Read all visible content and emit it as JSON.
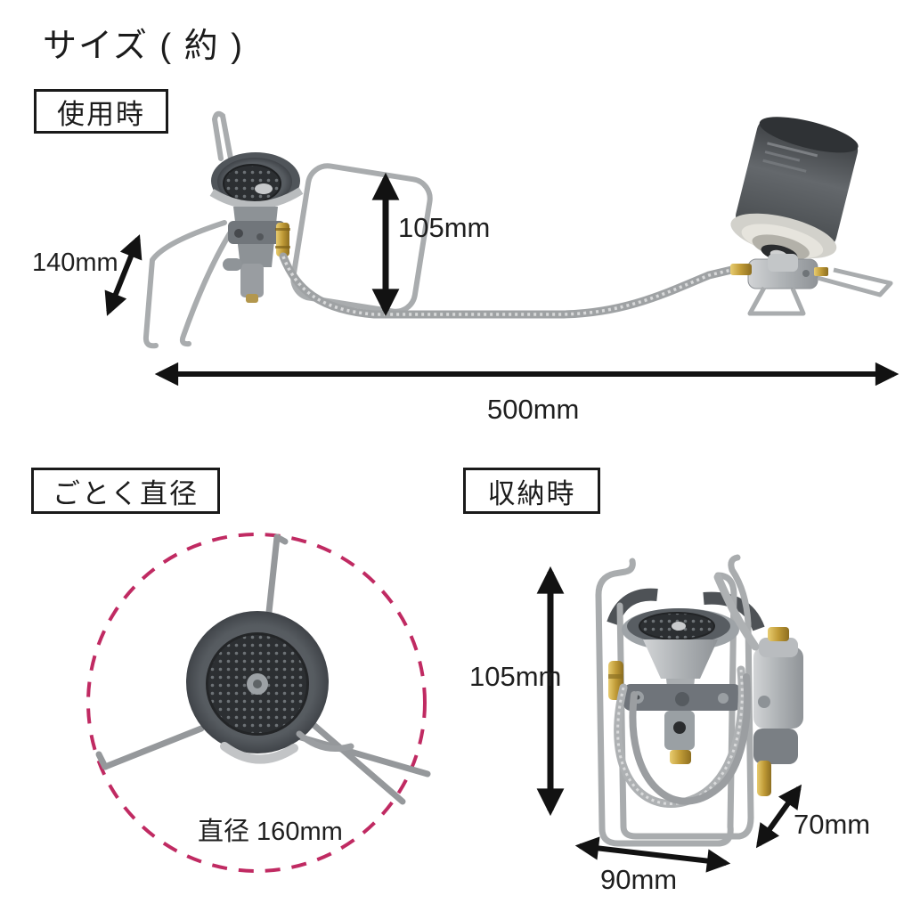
{
  "page": {
    "title": "サイズ ( 約 )"
  },
  "in_use": {
    "label": "使用時",
    "dim_leg_height": "140mm",
    "dim_body_height": "105mm",
    "dim_total_width": "500mm"
  },
  "trivet": {
    "label": "ごとく直径",
    "dim_diameter": "直径 160mm"
  },
  "stored": {
    "label": "収納時",
    "dim_height": "105mm",
    "dim_depth": "70mm",
    "dim_width": "90mm"
  },
  "colors": {
    "arrow": "#121212",
    "dashed_circle": "#c02a62",
    "text": "#1f1f1f"
  }
}
